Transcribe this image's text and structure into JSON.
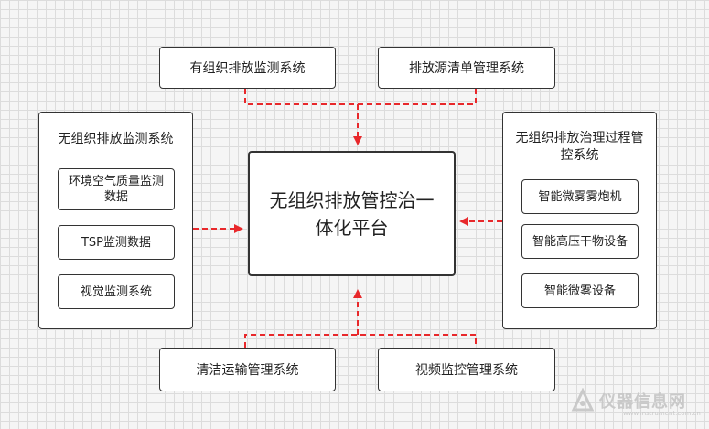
{
  "center": {
    "title": "无组织排放管控治一体化平台"
  },
  "top_boxes": [
    {
      "label": "有组织排放监测系统"
    },
    {
      "label": "排放源清单管理系统"
    }
  ],
  "left_panel": {
    "title": "无组织排放监测系统",
    "items": [
      {
        "label": "环境空气质量监测数据"
      },
      {
        "label": "TSP监测数据"
      },
      {
        "label": "视觉监测系统"
      }
    ]
  },
  "right_panel": {
    "title": "无组织排放治理过程管控系统",
    "items": [
      {
        "label": "智能微雾雾炮机"
      },
      {
        "label": "智能高压干物设备"
      },
      {
        "label": "智能微雾设备"
      }
    ]
  },
  "bottom_boxes": [
    {
      "label": "清洁运输管理系统"
    },
    {
      "label": "视频监控管理系统"
    }
  ],
  "watermark": {
    "brand": "仪器信息网",
    "url": "www.instrument.com.cn"
  },
  "colors": {
    "connector": "#e8282b",
    "border": "#333333"
  }
}
